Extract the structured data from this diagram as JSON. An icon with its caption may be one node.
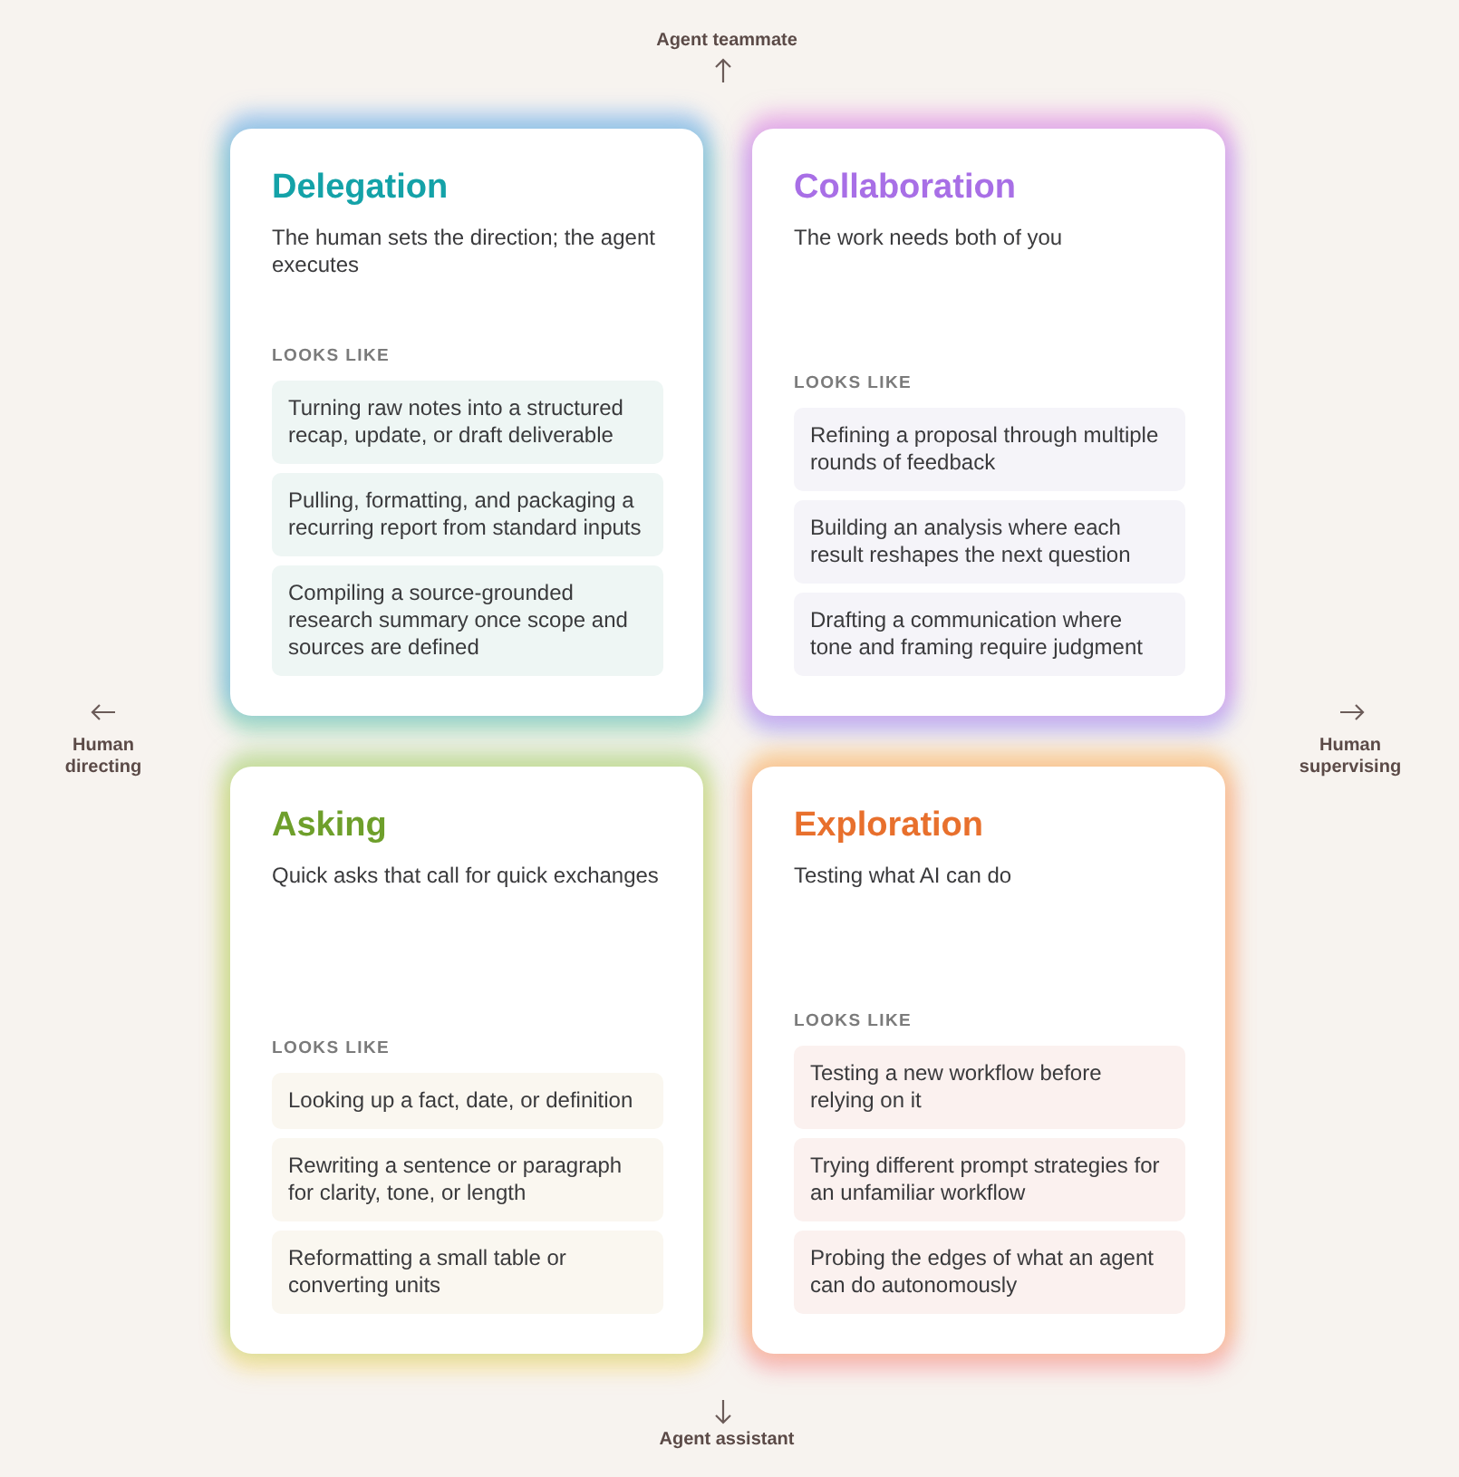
{
  "diagram": {
    "nodes": [
      {
        "text": [
          "Delegation",
          "The human sets the direction; the agent executes",
          "LOOKS LIKE"
        ]
      },
      {
        "text": [
          "Turning raw notes into a structured recap, update, or draft deliverable"
        ],
        "in": 0
      },
      {
        "text": [
          "Pulling, formatting, and packaging a recurring report from standard inputs"
        ],
        "in": 0
      },
      {
        "text": [
          "Compiling a source-grounded research summary once scope and sources are defined"
        ],
        "in": 0
      },
      {
        "text": [
          "Collaboration",
          "The work needs both of you",
          "LOOKS LIKE"
        ]
      },
      {
        "text": [
          "Refining a proposal through multiple rounds of feedback"
        ],
        "in": 4
      },
      {
        "text": [
          "Building an analysis where each result reshapes the next question"
        ],
        "in": 4
      },
      {
        "text": [
          "Drafting a communication where tone and framing require judgment"
        ],
        "in": 4
      },
      {
        "text": [
          "Asking",
          "Quick asks that call for quick exchanges",
          "LOOKS LIKE"
        ]
      },
      {
        "text": [
          "Looking up a fact, date, or definition"
        ],
        "in": 8
      },
      {
        "text": [
          "Rewriting a sentence or paragraph for clarity, tone, or length"
        ],
        "in": 8
      },
      {
        "text": [
          "Reformatting a small table or converting units"
        ],
        "in": 8
      },
      {
        "text": [
          "Exploration",
          "Testing what AI can do",
          "LOOKS LIKE"
        ]
      },
      {
        "text": [
          "Testing a new workflow before relying on it"
        ],
        "in": 12
      },
      {
        "text": [
          "Trying different prompt strategies for an unfamiliar workflow"
        ],
        "in": 12
      },
      {
        "text": [
          "Probing the edges of what an agent can do autonomously"
        ],
        "in": 12
      }
    ],
    "labels": [
      "Agent teammate",
      "Human directing",
      "Human supervising",
      "Agent assistant"
    ]
  }
}
